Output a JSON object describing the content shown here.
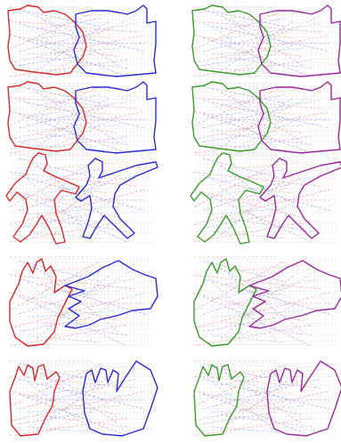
{
  "figure": {
    "rows": [
      {
        "shape": "rabbit-silhouette",
        "left_colors": [
          "#d42a2a",
          "#2a2ad4"
        ],
        "right_colors": [
          "#3a9a2a",
          "#9a2a9a"
        ]
      },
      {
        "shape": "rabbit-silhouette",
        "left_colors": [
          "#d42a2a",
          "#2a2ad4"
        ],
        "right_colors": [
          "#3a9a2a",
          "#9a2a9a"
        ]
      },
      {
        "shape": "human-figure",
        "left_colors": [
          "#d42a2a",
          "#2a2ad4"
        ],
        "right_colors": [
          "#3a9a2a",
          "#9a2a9a"
        ]
      },
      {
        "shape": "hand-outline",
        "left_colors": [
          "#d42a2a",
          "#2a2ad4"
        ],
        "right_colors": [
          "#3a9a2a",
          "#9a2a9a"
        ]
      },
      {
        "shape": "hand-outline",
        "left_colors": [
          "#d42a2a",
          "#2a2ad4"
        ],
        "right_colors": [
          "#3a9a2a",
          "#9a2a9a"
        ]
      }
    ],
    "correspondence_colors": [
      "#e6a0a0",
      "#a0a0e6",
      "#a0c8e6",
      "#c8a0e6",
      "#e6c8a0"
    ]
  }
}
